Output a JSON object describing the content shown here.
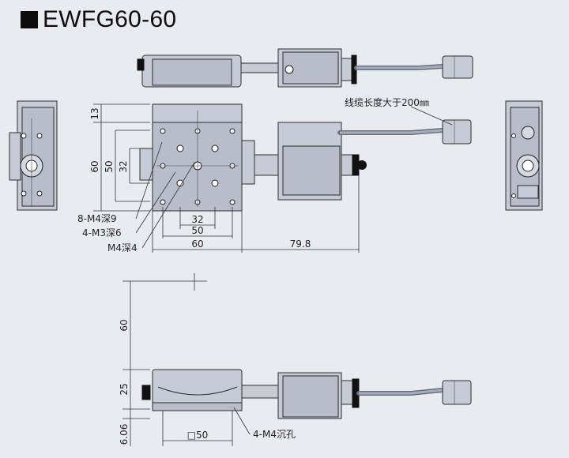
{
  "title": "EWFG60-60",
  "top_view": {
    "dims": {
      "h_13": "13",
      "h_50": "50",
      "h_60": "60",
      "h_32": "32",
      "w_32": "32",
      "w_50": "50",
      "w_60": "60",
      "w_79_8": "79.8"
    },
    "callouts": {
      "m4_depth9": "8-M4深9",
      "m3_depth6": "4-M3深6",
      "m4_depth4": "M4深4",
      "cable_note": "线缆长度大于200㎜"
    }
  },
  "front_view": {
    "dims": {
      "h_60": "60",
      "h_25": "25",
      "h_6_06": "6.06",
      "w_50": "□50"
    },
    "callouts": {
      "m4_counterbore": "4-M4沉孔"
    }
  }
}
